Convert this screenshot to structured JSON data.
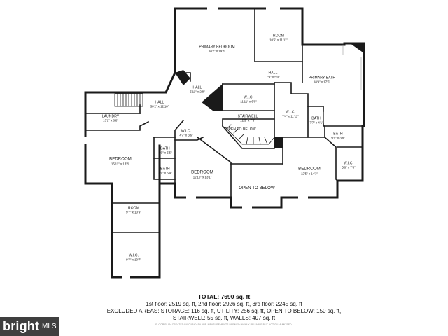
{
  "rooms": [
    {
      "name": "PRIMARY BEDROOM",
      "dims": "18'2\" x 19'8\""
    },
    {
      "name": "ROOM",
      "dims": "10'5\" x 11'11\""
    },
    {
      "name": "HALL",
      "dims": "7'9\" x 5'0\""
    },
    {
      "name": "PRIMARY BATH",
      "dims": "18'9\" x 17'5\""
    },
    {
      "name": "HALL",
      "dims": "5'11\" x 2'8\""
    },
    {
      "name": "W.I.C.",
      "dims": "11'11\" x 6'0\""
    },
    {
      "name": "HALL",
      "dims": "30'2\" x 12'10\""
    },
    {
      "name": "STAIRWELL",
      "dims": "12'3\" x 7'6\""
    },
    {
      "name": "W.I.C.",
      "dims": "7'4\" x 11'11\""
    },
    {
      "name": "BATH",
      "dims": "7'7\" x 4'1\""
    },
    {
      "name": "LAUNDRY",
      "dims": "13'2\" x 8'8\""
    },
    {
      "name": "OPEN TO BELOW",
      "dims": ""
    },
    {
      "name": "W.I.C.",
      "dims": "4'7\" x 3'6\""
    },
    {
      "name": "BATH",
      "dims": "9'1\" x 3'8\""
    },
    {
      "name": "BEDROOM",
      "dims": "15'11\" x 13'8\""
    },
    {
      "name": "BATH",
      "dims": "4'9\" x 5'5\""
    },
    {
      "name": "BATH",
      "dims": "4'9\" x 5'4\""
    },
    {
      "name": "BEDROOM",
      "dims": "12'10\" x 13'1\""
    },
    {
      "name": "BEDROOM",
      "dims": "12'5\" x 14'3\""
    },
    {
      "name": "W.I.C.",
      "dims": "5'8\" x 7'6\""
    },
    {
      "name": "OPEN TO BELOW",
      "dims": ""
    },
    {
      "name": "ROOM",
      "dims": "9'7\" x 10'9\""
    },
    {
      "name": "W.I.C.",
      "dims": "9'7\" x 10'7\""
    }
  ],
  "summary": {
    "total": "TOTAL: 7690 sq. ft",
    "line1": "1st floor: 2519 sq. ft, 2nd floor: 2926 sq. ft, 3rd floor: 2245 sq. ft",
    "line2": "EXCLUDED AREAS: STORAGE: 116 sq. ft, UTILITY: 256 sq. ft, OPEN TO BELOW: 150 sq. ft,",
    "line3": "STAIRWELL: 55 sq. ft, WALLS: 407 sq. ft",
    "fine": "FLOOR PLAN CREATED BY CUBICASA APP. MEASUREMENTS DEEMED HIGHLY RELIABLE BUT NOT GUARANTEED."
  },
  "brand": {
    "word": "bright",
    "mls": "MLS"
  }
}
